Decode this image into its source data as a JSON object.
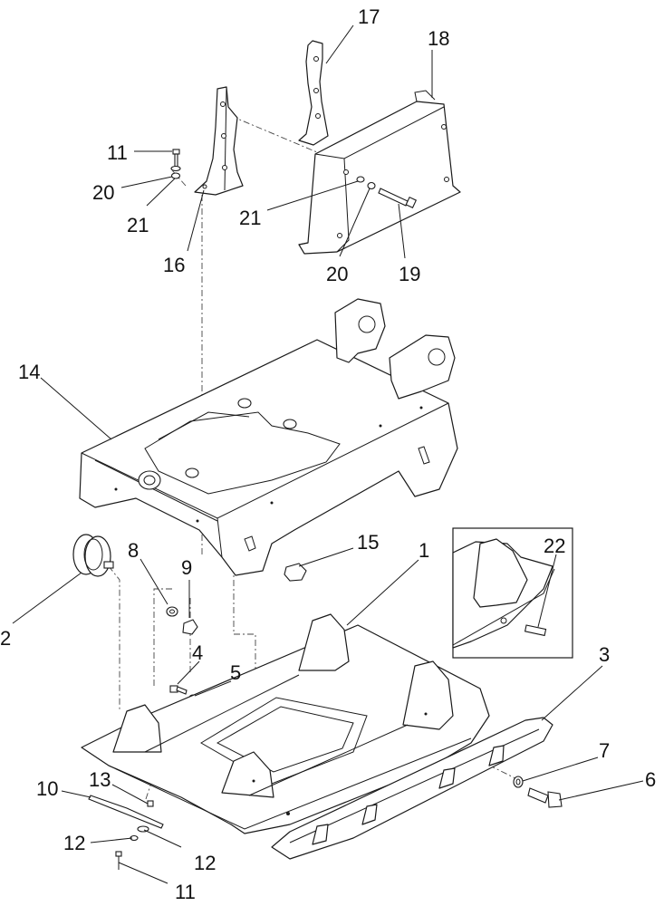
{
  "callouts": {
    "c1": "1",
    "c2": "2",
    "c3": "3",
    "c4": "4",
    "c5": "5",
    "c6": "6",
    "c7": "7",
    "c8": "8",
    "c9": "9",
    "c10": "10",
    "c11_top": "11",
    "c11_bottom": "11",
    "c12_left": "12",
    "c12_right": "12",
    "c13": "13",
    "c14": "14",
    "c15": "15",
    "c16": "16",
    "c17": "17",
    "c18": "18",
    "c19": "19",
    "c20_left": "20",
    "c20_right": "20",
    "c21_left": "21",
    "c21_right": "21",
    "c22": "22"
  }
}
